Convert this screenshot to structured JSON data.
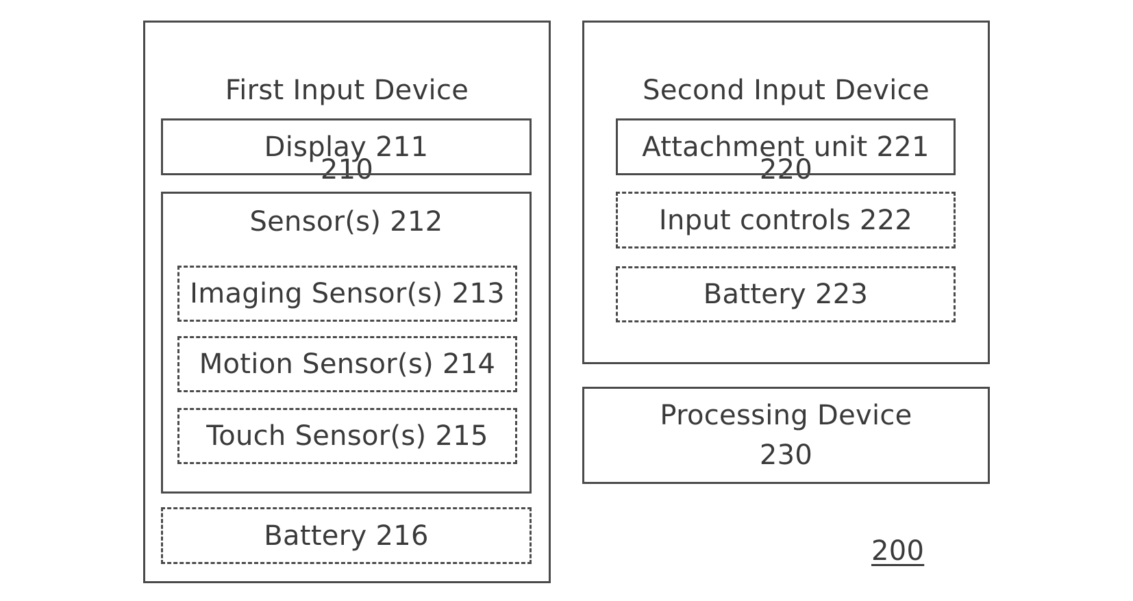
{
  "first_input_device": {
    "title": "First Input Device",
    "number": "210",
    "display": "Display 211",
    "sensors": {
      "title": "Sensor(s) 212",
      "imaging": "Imaging Sensor(s) 213",
      "motion": "Motion Sensor(s) 214",
      "touch": "Touch Sensor(s) 215"
    },
    "battery": "Battery 216"
  },
  "second_input_device": {
    "title": "Second Input Device",
    "number": "220",
    "attachment_unit": "Attachment unit 221",
    "input_controls": "Input controls 222",
    "battery": "Battery 223"
  },
  "processing_device": {
    "title": "Processing Device",
    "number": "230"
  },
  "figure_reference": "200"
}
